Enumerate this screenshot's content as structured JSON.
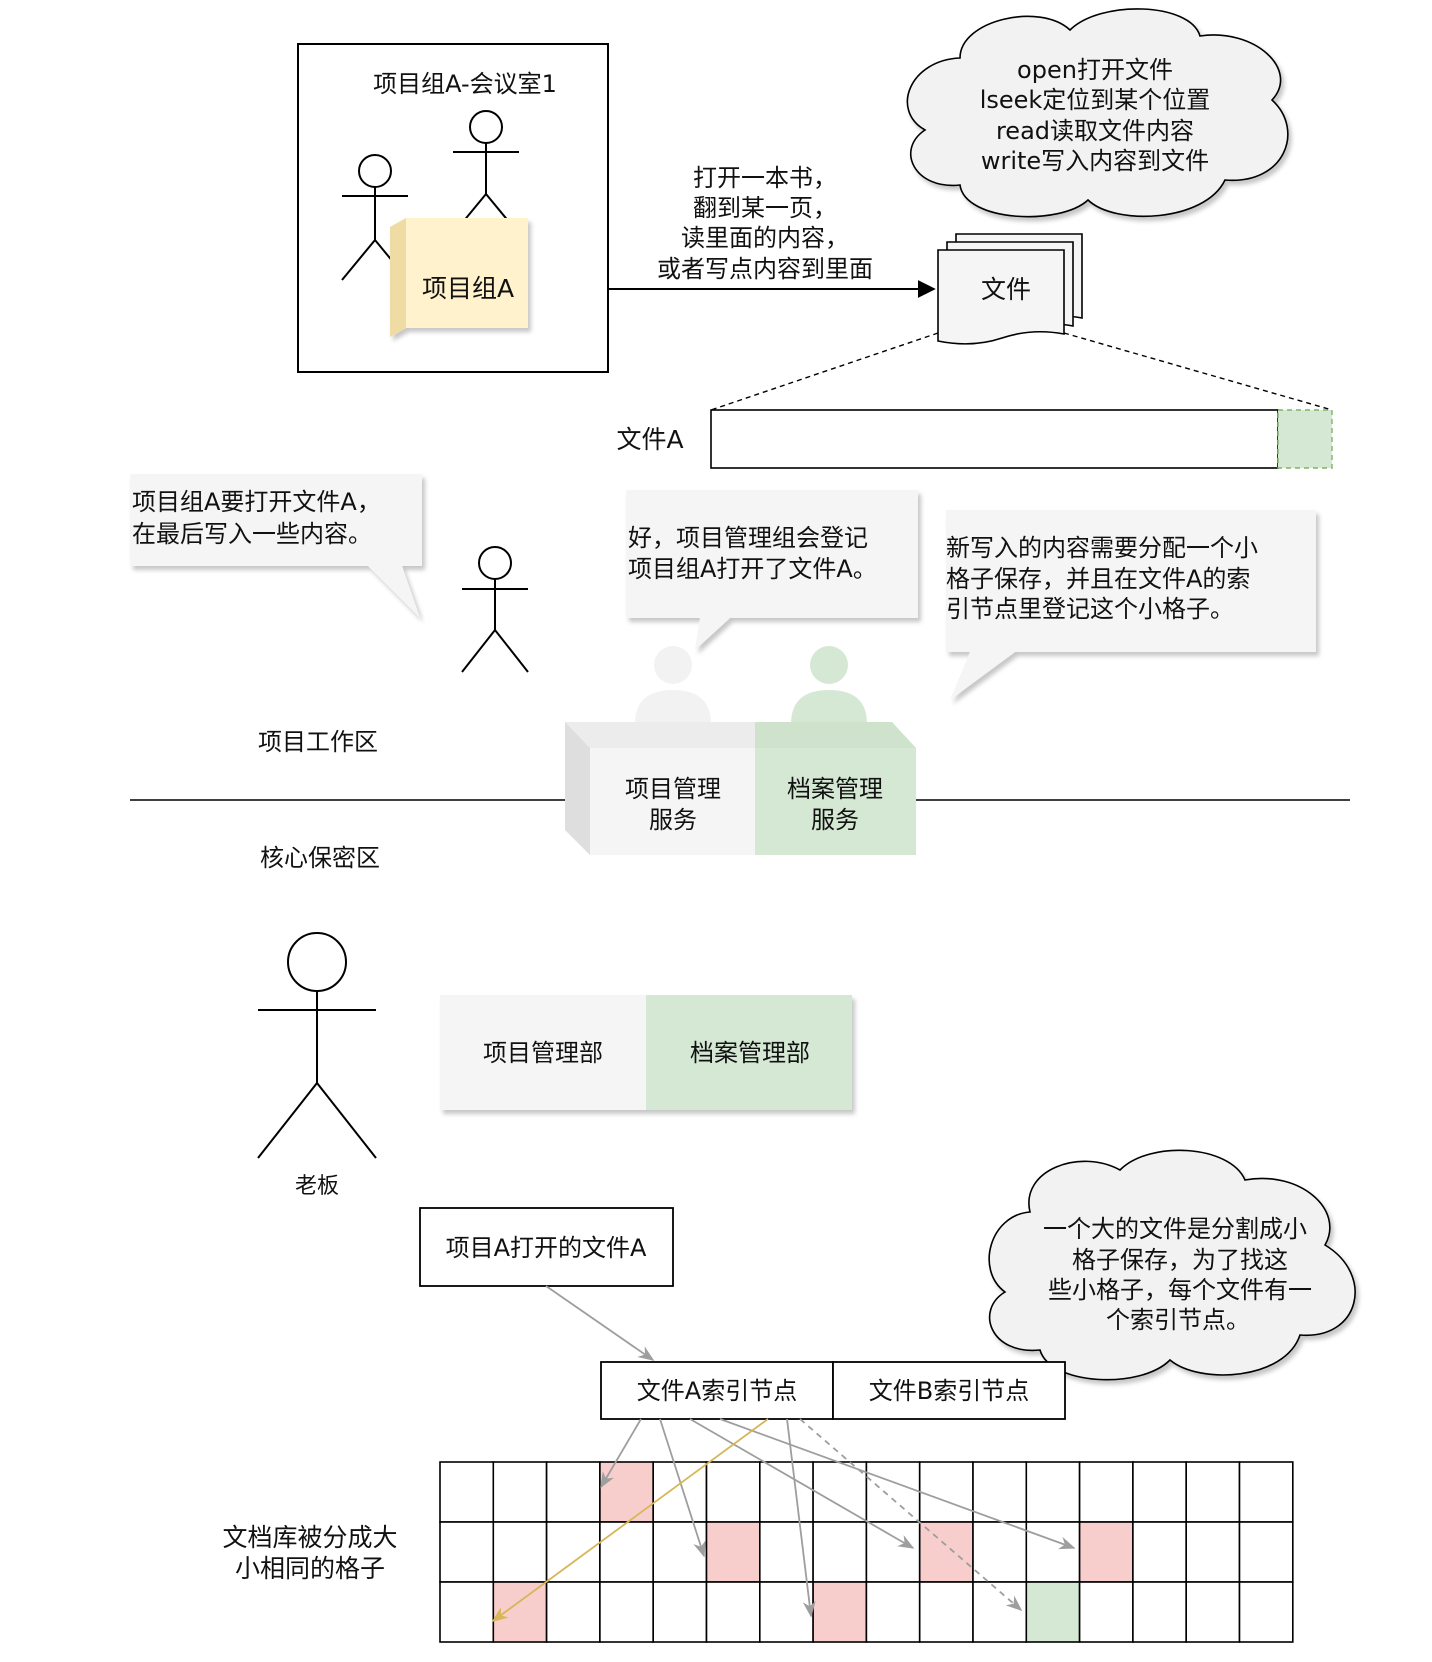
{
  "meeting_room": {
    "title": "项目组A-会议室1",
    "group_box_label": "项目组A"
  },
  "action_label_lines": [
    "打开一本书，",
    "翻到某一页，",
    "读里面的内容，",
    "或者写点内容到里面"
  ],
  "file_doc_label": "文件",
  "cloud_top_lines": [
    "open打开文件",
    "lseek定位到某个位置",
    "read读取文件内容",
    "write写入内容到文件"
  ],
  "file_a_label": "文件A",
  "bubble_left_lines": [
    "项目组A要打开文件A，",
    "在最后写入一些内容。"
  ],
  "bubble_mid_lines": [
    "好，项目管理组会登记",
    "项目组A打开了文件A。"
  ],
  "bubble_right_lines": [
    "新写入的内容需要分配一个小",
    "格子保存，并且在文件A的索",
    "引节点里登记这个小格子。"
  ],
  "zone_work_label": "项目工作区",
  "zone_core_label": "核心保密区",
  "desk_project_lines": [
    "项目管理",
    "服务"
  ],
  "desk_archive_lines": [
    "档案管理",
    "服务"
  ],
  "dept_project_label": "项目管理部",
  "dept_archive_label": "档案管理部",
  "boss_label": "老板",
  "open_file_box_label": "项目A打开的文件A",
  "inode_a_label": "文件A索引节点",
  "inode_b_label": "文件B索引节点",
  "cloud_bottom_lines": [
    "一个大的文件是分割成小",
    "格子保存，为了找这",
    "些小格子，每个文件有一",
    "个索引节点。"
  ],
  "storage_label_lines": [
    "文档库被分成大",
    "小相同的格子"
  ],
  "colors": {
    "yellow_box": "#fff2cc",
    "green": "#d5e8d4",
    "pink": "#f8cecc",
    "gray_fill": "#f5f5f5",
    "cloud_fill": "#f2f2f2",
    "arrow_gray": "#9e9e9e",
    "arrow_gold": "#d6b656"
  }
}
